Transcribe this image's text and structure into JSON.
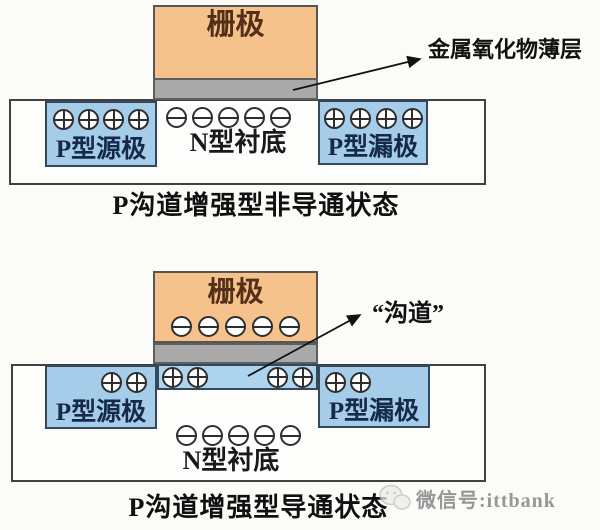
{
  "colors": {
    "gate_fill": "#f5c28c",
    "oxide_fill": "#a9a9a9",
    "region_fill": "#a5cdea",
    "channel_fill": "#aed3ee",
    "substrate_fill": "#fdfdfc",
    "arrow": "#111111",
    "watermark_text": "#979797"
  },
  "top_diagram": {
    "gate_label": "栅极",
    "oxide_annotation": "金属氧化物薄层",
    "source_label": "P型源极",
    "substrate_label": "N型衬底",
    "drain_label": "P型漏极",
    "caption": "P沟道增强型非导通状态",
    "charges": {
      "source_plus": 4,
      "substrate_minus": 5,
      "drain_plus": 4
    }
  },
  "bottom_diagram": {
    "gate_label": "栅极",
    "channel_annotation": "“沟道”",
    "source_label": "P型源极",
    "substrate_label": "N型衬底",
    "drain_label": "P型漏极",
    "caption": "P沟道增强型导通状态",
    "charges": {
      "gate_minus": 5,
      "channel_left_plus": 2,
      "channel_right_plus": 2,
      "source_plus": 2,
      "drain_plus": 2,
      "substrate_minus": 5
    }
  },
  "watermark": {
    "label": "微信号:ittbank"
  }
}
